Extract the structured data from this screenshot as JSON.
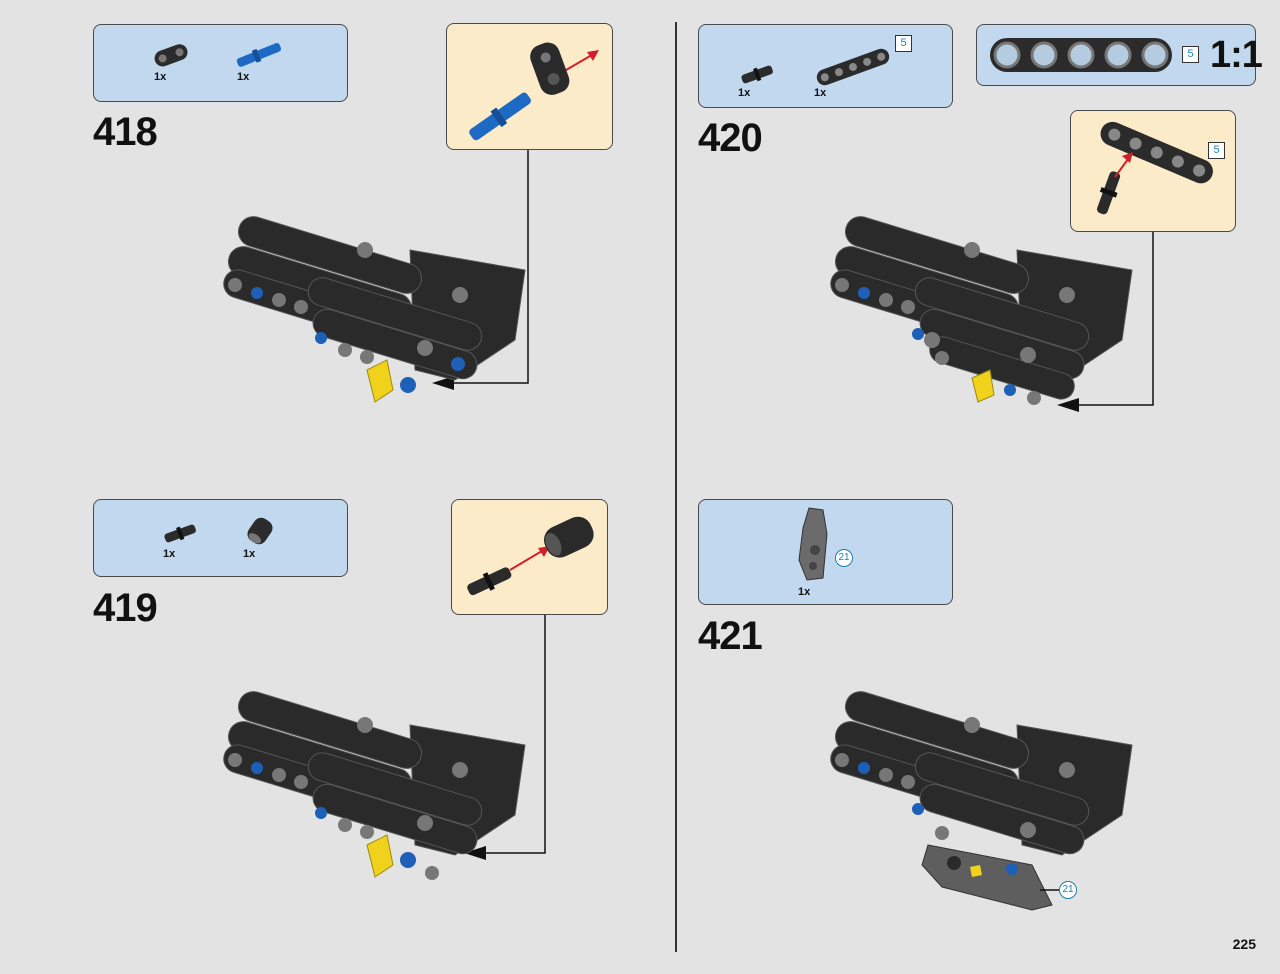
{
  "page": {
    "number": "225"
  },
  "steps": [
    {
      "id": "418",
      "number": "418",
      "parts": [
        {
          "qty": "1x",
          "icon": "black-connector-icon"
        },
        {
          "qty": "1x",
          "icon": "blue-axle-pin-icon"
        }
      ]
    },
    {
      "id": "419",
      "number": "419",
      "parts": [
        {
          "qty": "1x",
          "icon": "black-axle-pin-icon"
        },
        {
          "qty": "1x",
          "icon": "black-bush-icon"
        }
      ]
    },
    {
      "id": "420",
      "number": "420",
      "parts": [
        {
          "qty": "1x",
          "icon": "black-axle-pin-icon"
        },
        {
          "qty": "1x",
          "icon": "black-beam-5-icon",
          "length": "5"
        }
      ]
    },
    {
      "id": "421",
      "number": "421",
      "parts": [
        {
          "qty": "1x",
          "icon": "grey-panel-icon",
          "ref": "21"
        }
      ],
      "ref": "21"
    }
  ],
  "scale": {
    "label": "1:1",
    "length": "5"
  },
  "callout_beam": {
    "length": "5"
  },
  "colors": {
    "parts_box": "#c1d8ef",
    "callout": "#fcebc9",
    "accent_red": "#d0202a",
    "ref_blue": "#1a7fb0",
    "background": "#e3e3e3"
  }
}
